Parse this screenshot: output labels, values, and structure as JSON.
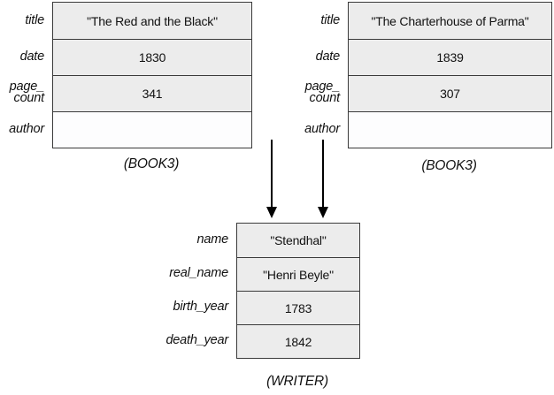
{
  "colors": {
    "background": "#ffffff",
    "row_fill": "#ececec",
    "empty_row_fill": "#fdfdfe",
    "border": "#3a3a3a",
    "text": "#111111",
    "arrow": "#000000"
  },
  "records": [
    {
      "id": "book-left",
      "caption": "(BOOK3)",
      "rows": [
        {
          "label": "title",
          "value": "\"The Red and the Black\""
        },
        {
          "label": "date",
          "value": "1830"
        },
        {
          "label": "page_",
          "label2": "count",
          "value": "341"
        },
        {
          "label": "author",
          "value": ""
        }
      ]
    },
    {
      "id": "book-right",
      "caption": "(BOOK3)",
      "rows": [
        {
          "label": "title",
          "value": "\"The Charterhouse of Parma\""
        },
        {
          "label": "date",
          "value": "1839"
        },
        {
          "label": "page_",
          "label2": "count",
          "value": "307"
        },
        {
          "label": "author",
          "value": ""
        }
      ]
    },
    {
      "id": "writer",
      "caption": "(WRITER)",
      "rows": [
        {
          "label": "name",
          "value": "\"Stendhal\""
        },
        {
          "label": "real_name",
          "value": "\"Henri Beyle\""
        },
        {
          "label": "birth_year",
          "value": "1783"
        },
        {
          "label": "death_year",
          "value": "1842"
        }
      ]
    }
  ],
  "arrows": [
    {
      "name": "left-book-author-pointer"
    },
    {
      "name": "right-book-author-pointer"
    }
  ]
}
